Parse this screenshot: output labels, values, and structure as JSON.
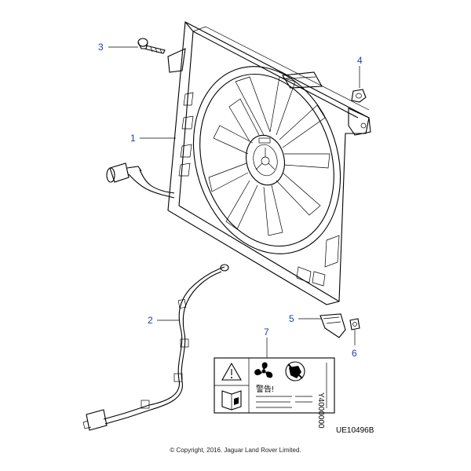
{
  "callouts": [
    {
      "id": "1",
      "label": "1"
    },
    {
      "id": "2",
      "label": "2"
    },
    {
      "id": "3",
      "label": "3"
    },
    {
      "id": "4",
      "label": "4"
    },
    {
      "id": "5",
      "label": "5"
    },
    {
      "id": "6",
      "label": "6"
    },
    {
      "id": "7",
      "label": "7"
    }
  ],
  "label_text": {
    "line1": "警告!",
    "code": "Y4000000"
  },
  "reference": "UE10496B",
  "copyright": "© Copyright, 2016. Jaguar Land Rover Limited.",
  "colors": {
    "callout": "#1a3fb0",
    "line": "#000000"
  }
}
